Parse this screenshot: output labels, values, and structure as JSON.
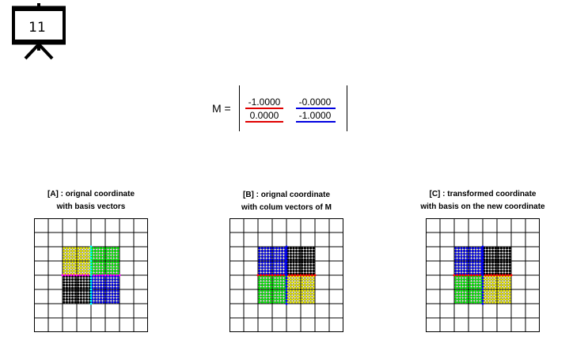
{
  "slide": {
    "number": "11"
  },
  "matrix": {
    "label": "M =",
    "r1c1": "-1.0000",
    "r1c2": "-0.0000",
    "r2c1": "0.0000",
    "r2c2": "-1.0000",
    "col1_color": "#e00000",
    "col2_color": "#0000e0"
  },
  "panels": [
    {
      "line1": "[A] : orignal coordinate",
      "line2": "with basis vectors",
      "quadrants": {
        "top_left": "yellow",
        "top_right": "green",
        "bottom_left": "black",
        "bottom_right": "blue"
      },
      "axes": {
        "horizontal": "magenta",
        "vertical": "cyan"
      }
    },
    {
      "line1": "[B] : orignal coordinate",
      "line2": "with colum vectors of M",
      "quadrants": {
        "top_left": "blue",
        "top_right": "black",
        "bottom_left": "green",
        "bottom_right": "yellow"
      },
      "axes": {
        "horizontal": "red",
        "vertical": "blue"
      }
    },
    {
      "line1": "[C] : transformed coordinate",
      "line2": "with basis on the new coordinate",
      "quadrants": {
        "top_left": "blue",
        "top_right": "black",
        "bottom_left": "green",
        "bottom_right": "yellow"
      },
      "axes": {
        "horizontal": "red",
        "vertical": "blue"
      }
    }
  ],
  "colors": {
    "yellow": "#ffff00",
    "green": "#00ff00",
    "black": "#000000",
    "blue": "#0000ff",
    "magenta": "#ff00ff",
    "cyan": "#00ffff",
    "red": "#ff0000",
    "dot_outline": "#222222"
  }
}
